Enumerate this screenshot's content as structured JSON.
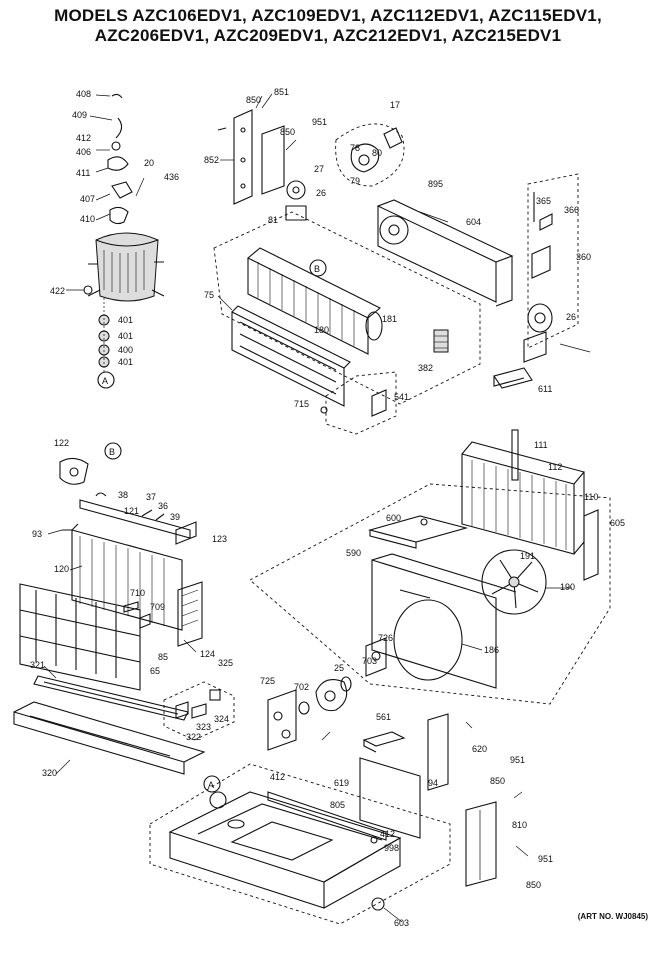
{
  "header": {
    "line1": "MODELS AZC106EDV1, AZC109EDV1, AZC112EDV1, AZC115EDV1,",
    "line2": "AZC206EDV1, AZC209EDV1, AZC212EDV1, AZC215EDV1"
  },
  "art_number": "(ART NO. WJ0845)",
  "callouts": {
    "c408": "408",
    "c409": "409",
    "c412a": "412",
    "c406": "406",
    "c411": "411",
    "c20": "20",
    "c436": "436",
    "c407": "407",
    "c410": "410",
    "c422": "422",
    "c401a": "401",
    "c401b": "401",
    "c400": "400",
    "c401c": "401",
    "refA1": "A",
    "c850a": "850",
    "c851a": "851",
    "c850b": "850",
    "c951a": "951",
    "c17": "17",
    "c852": "852",
    "c27": "27",
    "c78": "78",
    "c80": "80",
    "c79": "79",
    "c26a": "26",
    "c895": "895",
    "c81": "81",
    "c604": "604",
    "c365": "365",
    "c366": "366",
    "c360": "360",
    "refB1": "B",
    "c75": "75",
    "c180": "180",
    "c181": "181",
    "c26b": "26",
    "c382": "382",
    "c611": "611",
    "c715": "715",
    "c541": "541",
    "refB2": "B",
    "c122": "122",
    "c38a": "38",
    "c37": "37",
    "c36": "36",
    "c39": "39",
    "c121": "121",
    "c123": "123",
    "c93": "93",
    "c120": "120",
    "c710": "710",
    "c709": "709",
    "c124": "124",
    "c85": "85",
    "c65": "65",
    "c321": "321",
    "c325": "325",
    "c323": "323",
    "c324": "324",
    "c322": "322",
    "c320": "320",
    "c111": "111",
    "c112": "112",
    "c110": "110",
    "c605": "605",
    "c600": "600",
    "c590": "590",
    "c191": "191",
    "c190": "190",
    "c186": "186",
    "c726": "726",
    "c25": "25",
    "c703": "703",
    "c725": "725",
    "c702": "702",
    "c561": "561",
    "c620": "620",
    "c619": "619",
    "c94": "94",
    "c412b": "412",
    "c805": "805",
    "c951b": "951",
    "c850c": "850",
    "c810": "810",
    "c412c": "412",
    "c998": "998",
    "c951c": "951",
    "c850d": "850",
    "c603": "603",
    "refA2": "A"
  }
}
